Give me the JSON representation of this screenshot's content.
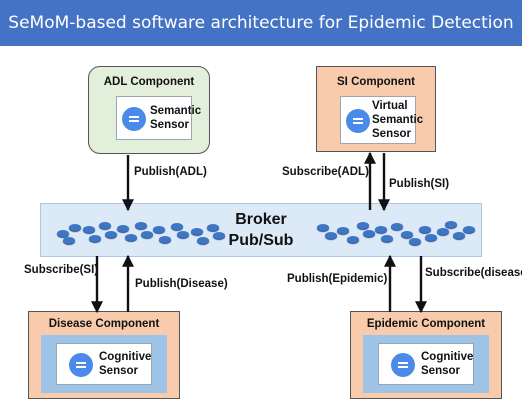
{
  "title": "SeMoM-based software architecture for Epidemic Detection",
  "components": {
    "adl": {
      "title": "ADL Component",
      "sensor": [
        "Semantic",
        "Sensor"
      ],
      "fill": "#e2efda"
    },
    "si": {
      "title": "SI Component",
      "sensor": [
        "Virtual",
        "Semantic",
        "Sensor"
      ],
      "fill": "#f8cbad"
    },
    "disease": {
      "title": "Disease Component",
      "sensor": [
        "Cognitive",
        "Sensor"
      ],
      "fill": "#f8cbad"
    },
    "epidemic": {
      "title": "Epidemic Component",
      "sensor": [
        "Cognitive",
        "Sensor"
      ],
      "fill": "#f8cbad"
    }
  },
  "broker": {
    "line1": "Broker",
    "line2": "Pub/Sub"
  },
  "arrows": {
    "publish_adl": "Publish(ADL)",
    "subscribe_adl": "Subscribe(ADL)",
    "publish_si": "Publish(SI)",
    "subscribe_si": "Subscribe(SI)",
    "publish_disease": "Publish(Disease)",
    "publish_epidemic": "Publish(Epidemic)",
    "subscribe_disease": "Subscribe(disease)"
  },
  "icons": {
    "sensor": "sensor-icon"
  },
  "colors": {
    "title_bar": "#4472c4",
    "broker": "#dce9f7",
    "inner_panel": "#9dc3e6",
    "dots": "#3e76c6"
  }
}
